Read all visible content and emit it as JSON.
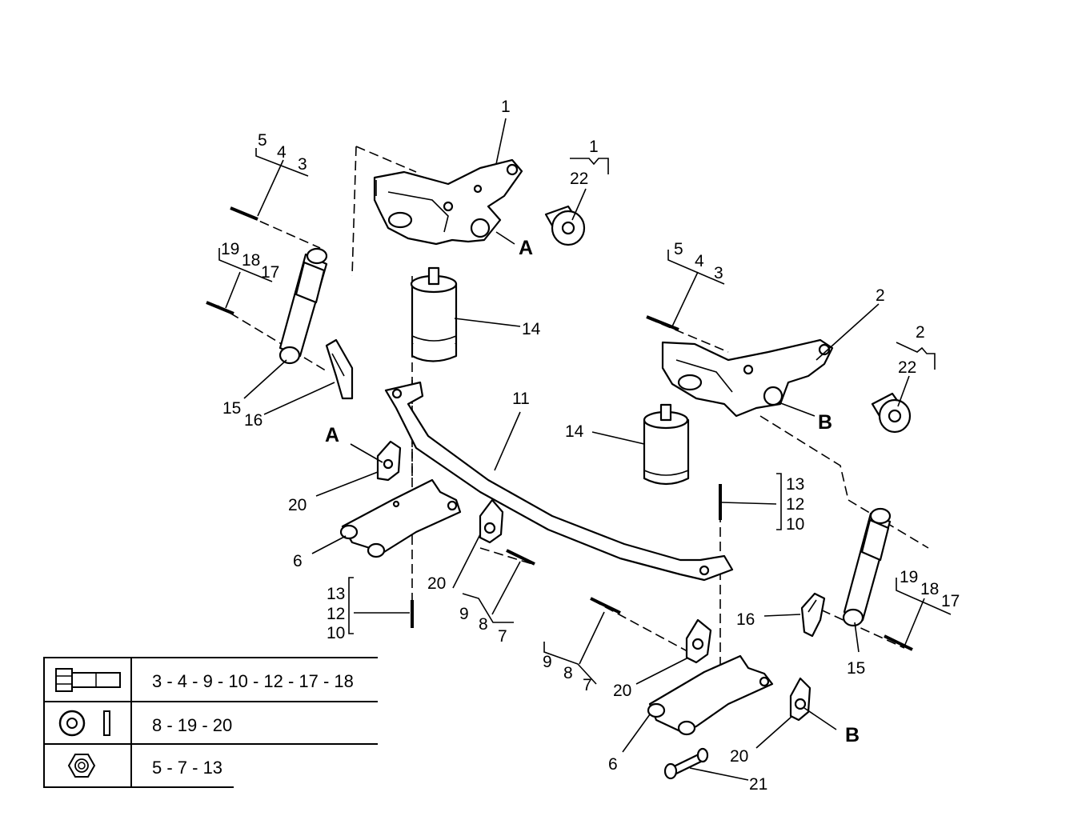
{
  "callouts": {
    "upper_bracket_ref": "1",
    "bushing_group_left_ref": "1",
    "bushing_left": "22",
    "bolt_group_left": [
      "5",
      "4",
      "3"
    ],
    "bolt_group_left2": [
      "19",
      "18",
      "17"
    ],
    "shock_bottom_left": "15",
    "bracket_small_left": "16",
    "airbag_left": "14",
    "crossbar": "11",
    "marker_a_top": "A",
    "marker_a_left": "A",
    "plate_left": "20",
    "plate_left2": "20",
    "arm_left": "6",
    "bolt_group_lower_left": [
      "13",
      "12",
      "10"
    ],
    "bolt_group_center": [
      "9",
      "8",
      "7"
    ],
    "bolt_group_right_mid": [
      "5",
      "4",
      "3"
    ],
    "bracket_right": "2",
    "bushing_group_right_ref": "2",
    "bushing_right": "22",
    "marker_b_top": "B",
    "airbag_right": "14",
    "bolt_group_right": [
      "13",
      "12",
      "10"
    ],
    "bolt_group_right2": [
      "19",
      "18",
      "17"
    ],
    "bracket_small_right": "16",
    "shock_bottom_right": "15",
    "bolt_group_lower_right": [
      "9",
      "8",
      "7"
    ],
    "plate_right": "20",
    "arm_right": "6",
    "plate_right2": "20",
    "marker_b_bottom": "B",
    "bolt_bottom": "21"
  },
  "legend": {
    "rows": [
      {
        "icon": "bolt-icon",
        "text": "3 - 4 - 9 - 10 - 12 - 17 - 18"
      },
      {
        "icon": "washer-icon",
        "text": "8 - 19 - 20"
      },
      {
        "icon": "nut-icon",
        "text": "5 - 7 - 13"
      }
    ]
  }
}
